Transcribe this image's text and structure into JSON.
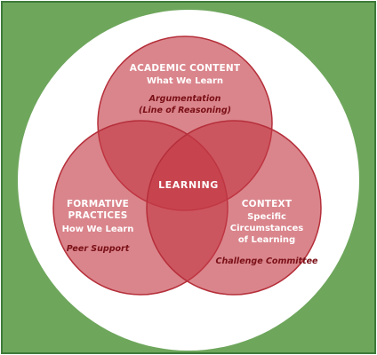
{
  "colors": {
    "frame_border": "#3f7a3a",
    "background_green": "#6ea65c",
    "outer_circle": "#ffffff",
    "circle_fill": "#c33a45",
    "circle_stroke": "#b52f3a",
    "text_light": "#ffffff",
    "text_dark": "#7a0f16"
  },
  "diagram": {
    "center_label": "LEARNING",
    "circles": [
      {
        "id": "academic",
        "heading": "ACADEMIC CONTENT",
        "subheading": "What We Learn",
        "example_lines": [
          "Argumentation",
          "(Line of Reasoning)"
        ]
      },
      {
        "id": "formative",
        "heading_lines": [
          "FORMATIVE",
          "PRACTICES"
        ],
        "subheading": "How We Learn",
        "example": "Peer Support"
      },
      {
        "id": "context",
        "heading": "CONTEXT",
        "sub_lines": [
          "Specific",
          "Circumstances",
          "of Learning"
        ],
        "example": "Challenge Committee"
      }
    ]
  }
}
